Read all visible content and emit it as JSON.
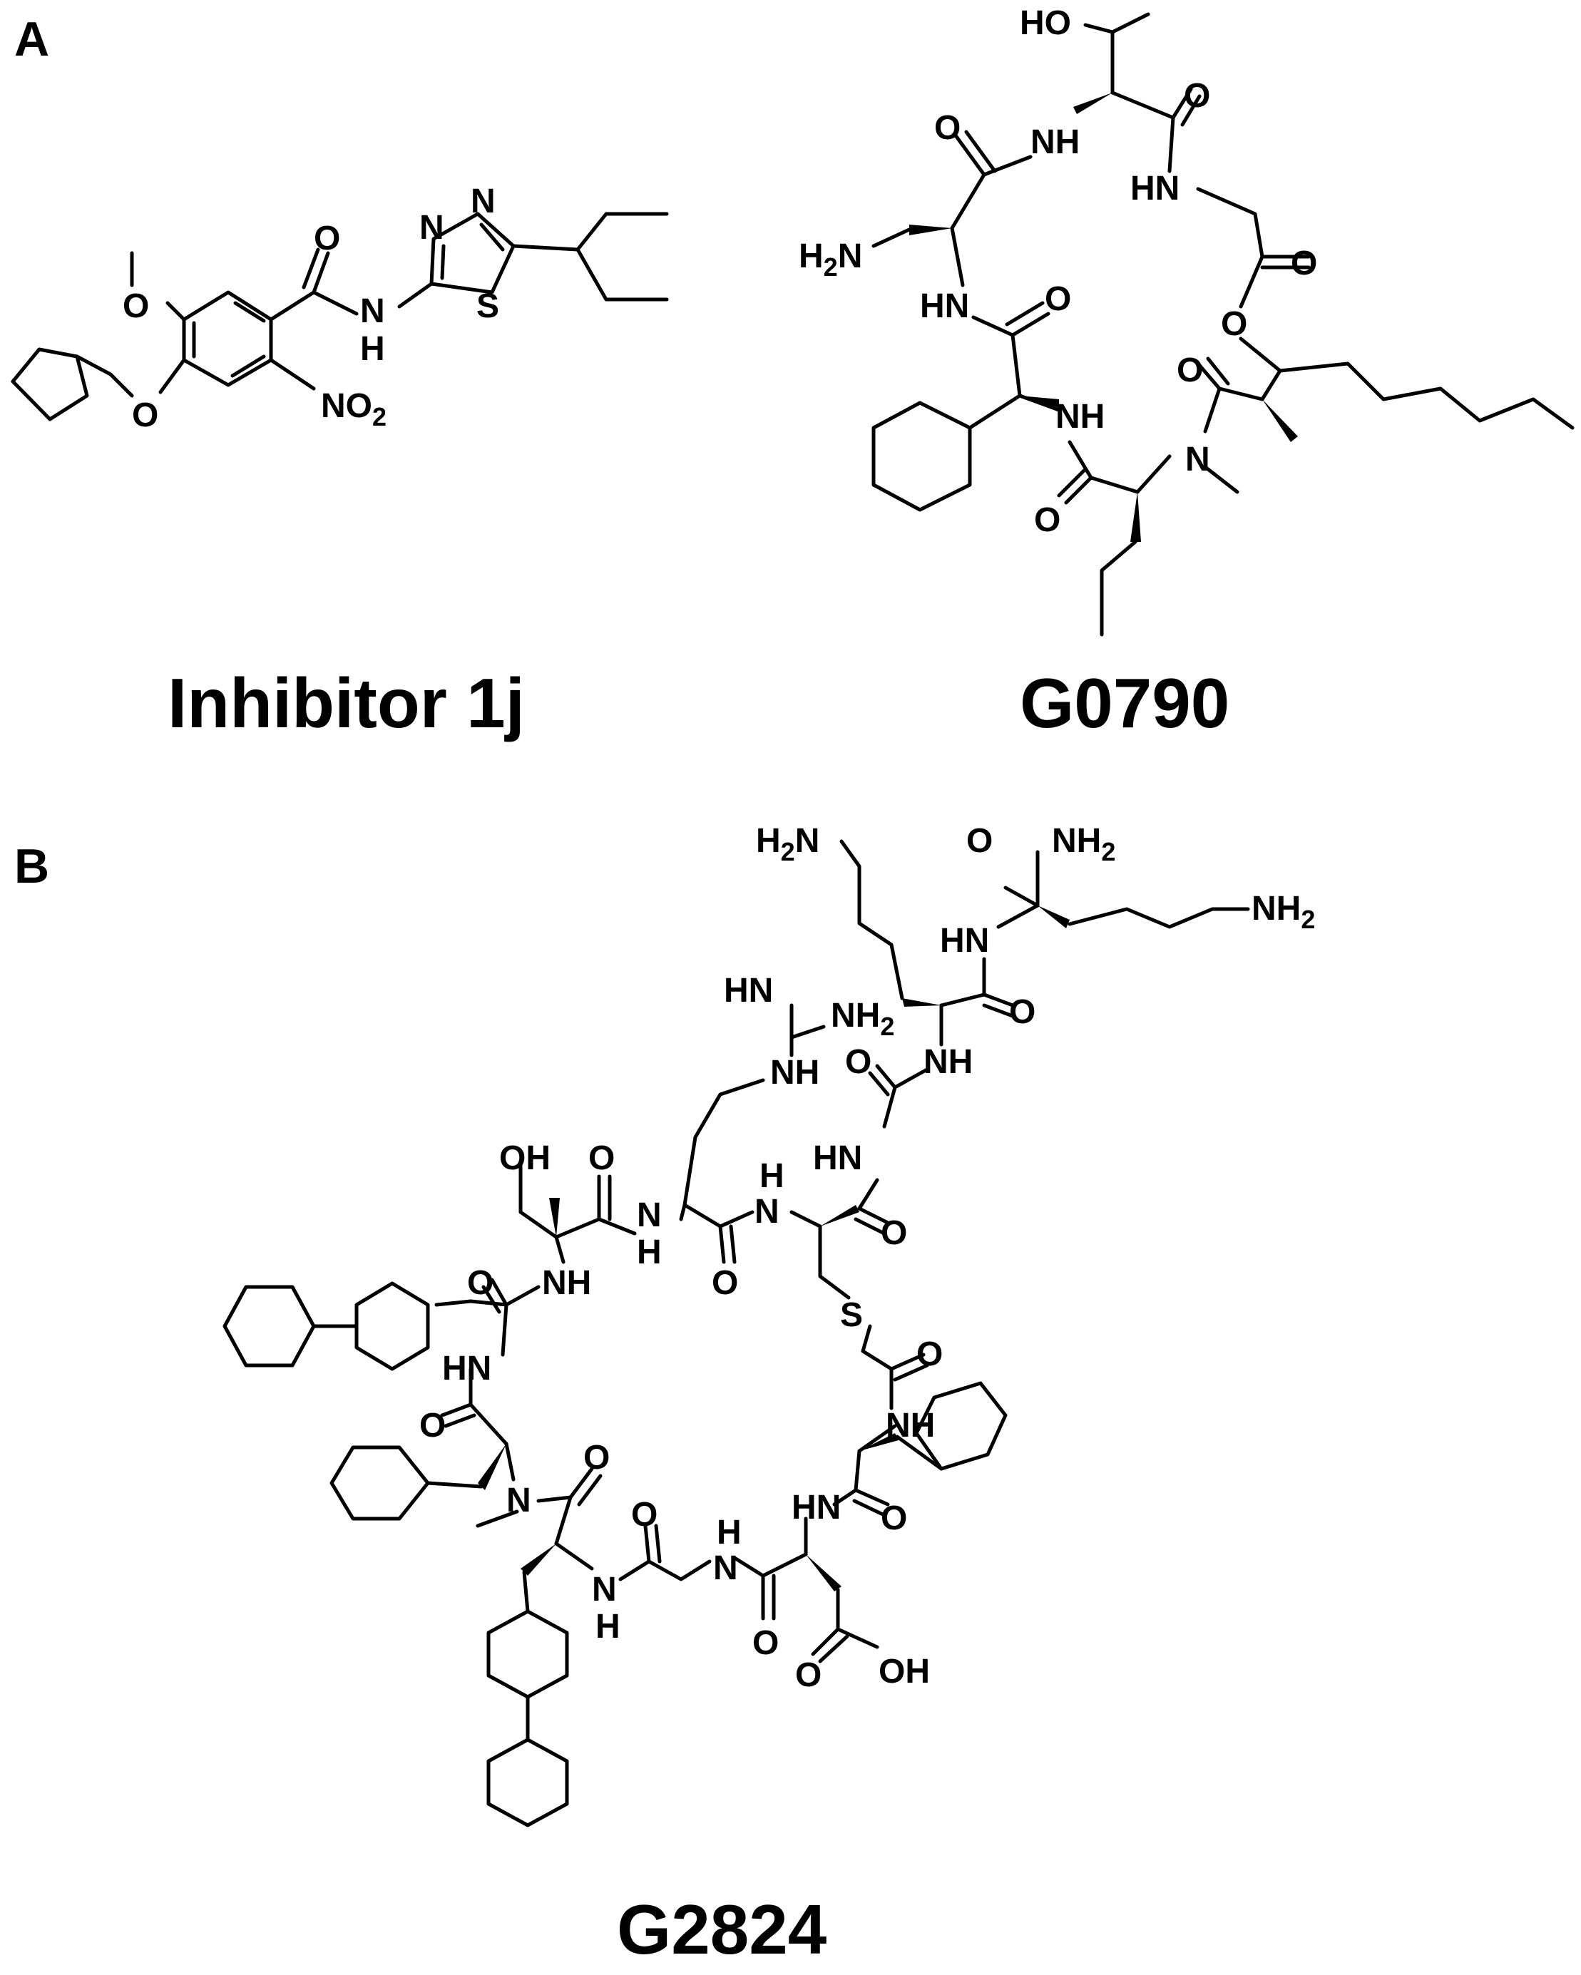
{
  "panels": {
    "a": "A",
    "b": "B"
  },
  "compounds": {
    "inhibitor": {
      "name": "Inhibitor 1j",
      "atoms": {
        "o_methoxy": "O",
        "o_ether": "O",
        "o_carbonyl": "O",
        "nh": "N",
        "h": "H",
        "n1": "N",
        "n2": "N",
        "s": "S",
        "nitro": "NO",
        "nitro_sub": "2"
      }
    },
    "g0790": {
      "name": "G0790",
      "highlight_color": "#e8281e",
      "atoms": {
        "ho": "HO",
        "o1": "O",
        "nh1": "NH",
        "o2": "O",
        "hn1": "HN",
        "h2n": "H",
        "h2n_sub": "2",
        "h2n_n": "N",
        "o3": "O",
        "hn2": "HN",
        "o4": "O",
        "o5": "O",
        "nh2": "NH",
        "o6": "O",
        "n_me": "N",
        "o7": "O"
      }
    },
    "g2824": {
      "name": "G2824",
      "atoms": {
        "h2n_a": "H",
        "h2n_a_sub": "2",
        "h2n_a_n": "N",
        "o_amide": "O",
        "nh2_amide": "NH",
        "nh2_amide_sub": "2",
        "nh2_lys": "NH",
        "nh2_lys_sub": "2",
        "hn_lys": "HN",
        "o_lys": "O",
        "hn_guan": "HN",
        "nh2_guan": "NH",
        "nh2_guan_sub": "2",
        "nh_guan": "NH",
        "o_gly": "O",
        "nh_gly": "NH",
        "oh_ser": "OH",
        "o_ser": "O",
        "hn_gly2": "HN",
        "n_h_top": "H",
        "n_arg": "N",
        "o_arg": "O",
        "nh_ser": "NH",
        "o_bip": "O",
        "nh_arg2": "N",
        "h_arg2": "H",
        "o_arg3": "O",
        "s": "S",
        "o_s": "O",
        "hn_bip": "HN",
        "o_phe": "O",
        "nh_phe2": "NH",
        "n_me": "N",
        "o_nme": "O",
        "o_gly3": "O",
        "h_gly3": "H",
        "n_gly3": "N",
        "hn_asp": "HN",
        "o_asp1": "O",
        "nh_b": "N",
        "h_b": "H",
        "o_gly4": "O",
        "o_acid": "O",
        "oh_acid": "OH"
      }
    }
  }
}
